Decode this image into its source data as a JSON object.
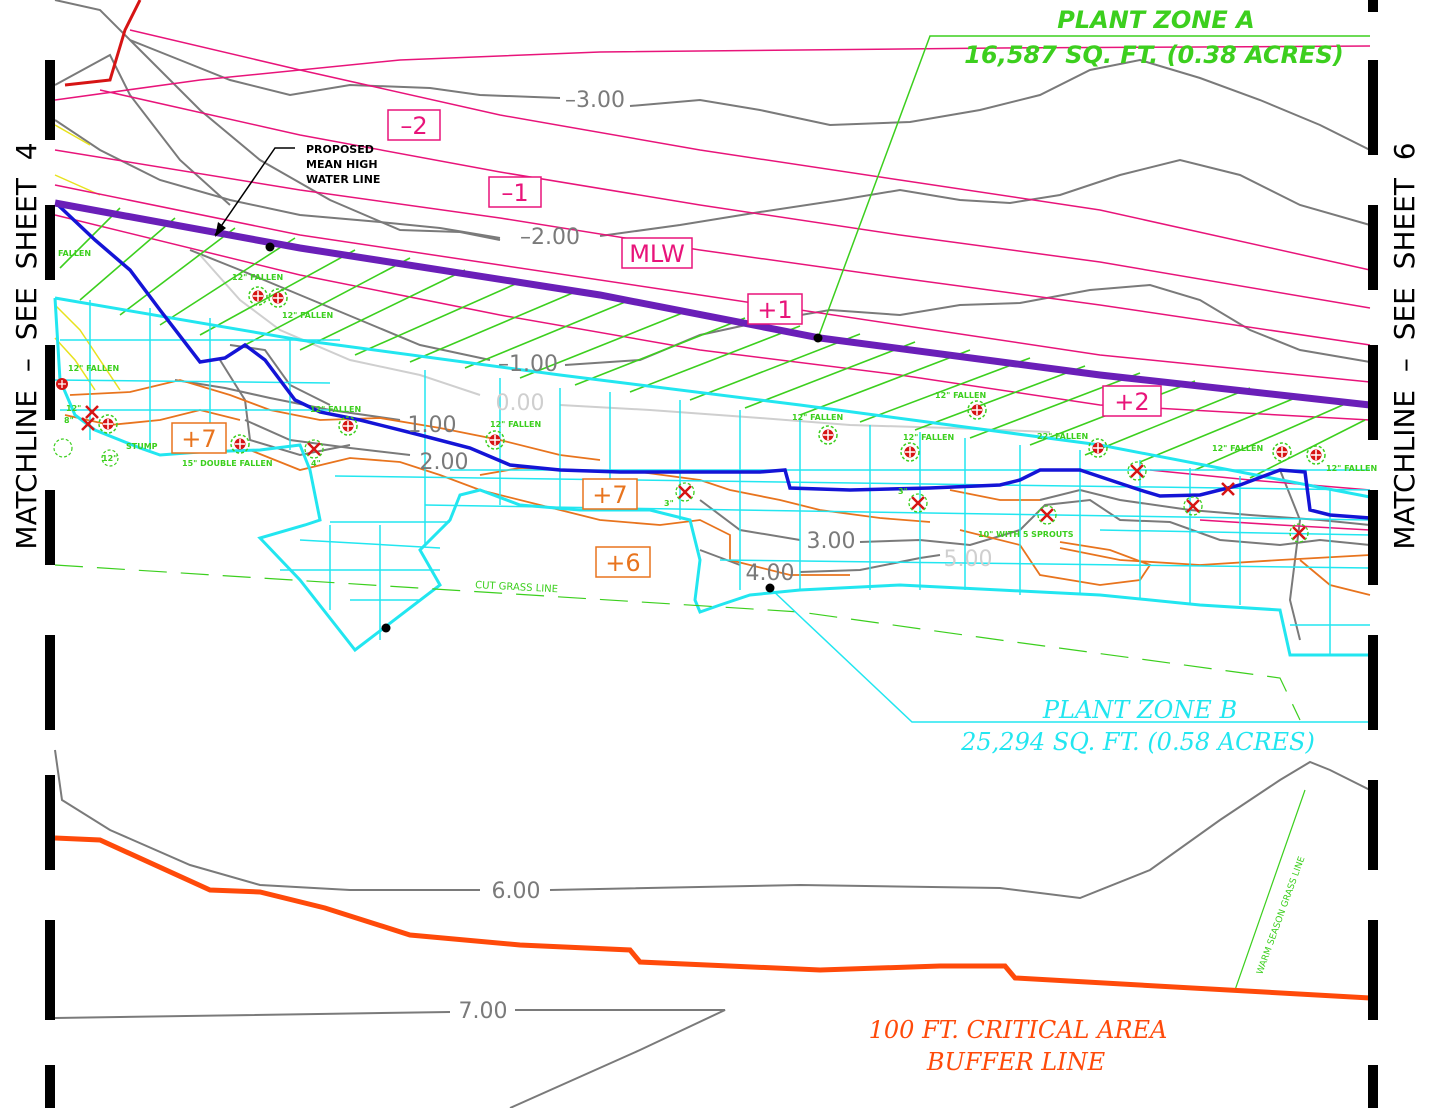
{
  "colors": {
    "contour_grey": "#7a7a7a",
    "light_grey": "#cfcfcf",
    "tide_pink": "#e8147a",
    "mhw_purple": "#6a1fb8",
    "blue_line": "#1414d6",
    "cyan": "#22e6f0",
    "green": "#3ccf1e",
    "orange": "#e8741e",
    "buffer": "#ff4a0a",
    "red": "#d61414",
    "black": "#000000"
  },
  "matchline_left": "MATCHLINE  –  SEE  SHEET  4",
  "matchline_right": "MATCHLINE  –  SEE  SHEET  6",
  "zone_a": {
    "title": "PLANT ZONE A",
    "area": "16,587 SQ. FT. (0.38 ACRES)"
  },
  "zone_b": {
    "title": "PLANT ZONE B",
    "area": "25,294 SQ. FT. (0.58 ACRES)"
  },
  "buffer_label": {
    "line1": "100 FT. CRITICAL AREA",
    "line2": "BUFFER LINE"
  },
  "mhw_callout": {
    "line1": "PROPOSED",
    "line2": "MEAN HIGH",
    "line3": "WATER LINE"
  },
  "contour_labels": {
    "c_neg3": "–3.00",
    "c_neg2": "–2.00",
    "c_neg1": "–1.00",
    "c_0": "0.00",
    "c_1": "1.00",
    "c_2": "2.00",
    "c_3": "3.00",
    "c_4": "4.00",
    "c_5": "5.00",
    "c_6": "6.00",
    "c_7": "7.00"
  },
  "tide_tags": {
    "neg2": "–2",
    "neg1": "–1",
    "mlw": "MLW",
    "pos1": "+1",
    "pos2": "+2"
  },
  "elevation_tags": {
    "a": "+7",
    "b": "+7",
    "c": "+6"
  },
  "grass_labels": {
    "cut": "CUT GRASS LINE",
    "warm": "WARM SEASON GRASS LINE"
  },
  "tree_notes": {
    "n1": "12\" FALLEN",
    "n2": "12\" FALLEN",
    "n3": "12\" FALLEN",
    "n4": "12\" FALLEN",
    "n5": "12\" FALLEN",
    "n6": "12\" FALLEN",
    "n7": "12\" FALLEN",
    "n8": "12\" FALLEN",
    "n9": "22\" FALLEN",
    "n10": "12\" FALLEN",
    "n11": "12\" FALLEN",
    "n12": "15\" DOUBLE FALLEN",
    "n13": "10\" WITH 5 SPROUTS",
    "n14": "STUMP",
    "n15": "FALLEN",
    "n16": "12\"",
    "n17": "8\"",
    "n18": "4\"",
    "n19": "3\"",
    "n20": "3\"",
    "n21": "12\""
  }
}
